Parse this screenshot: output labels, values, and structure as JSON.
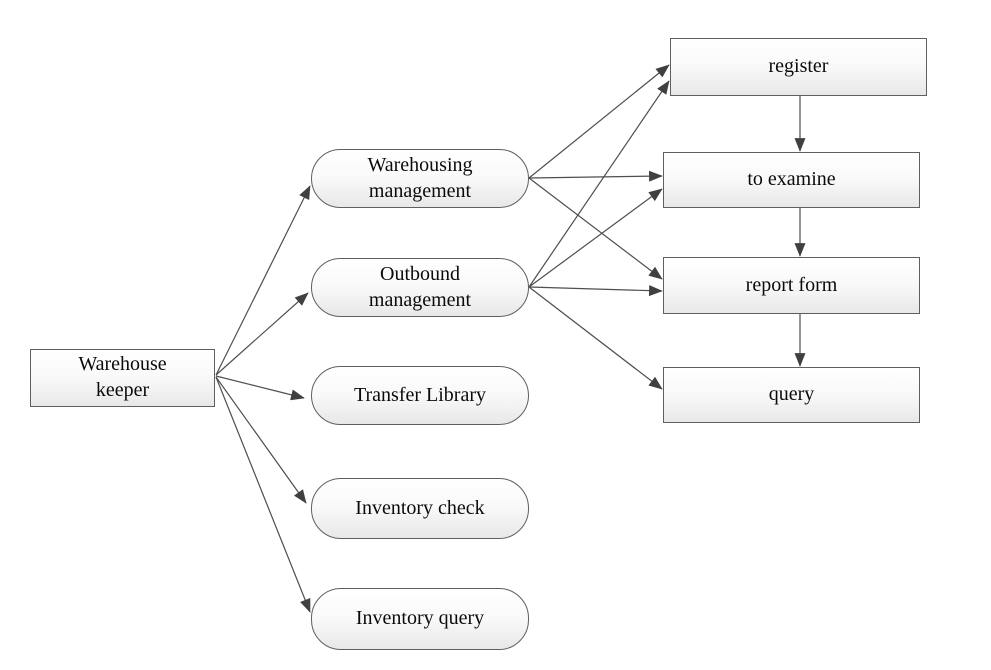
{
  "diagram": {
    "nodes": {
      "warehouse_keeper": {
        "label": "Warehouse\nkeeper",
        "shape": "rectangle"
      },
      "warehousing_management": {
        "label": "Warehousing\nmanagement",
        "shape": "stadium"
      },
      "outbound_management": {
        "label": "Outbound\nmanagement",
        "shape": "stadium"
      },
      "transfer_library": {
        "label": "Transfer Library",
        "shape": "stadium"
      },
      "inventory_check": {
        "label": "Inventory check",
        "shape": "stadium"
      },
      "inventory_query": {
        "label": "Inventory query",
        "shape": "stadium"
      },
      "register": {
        "label": "register",
        "shape": "rectangle"
      },
      "to_examine": {
        "label": "to examine",
        "shape": "rectangle"
      },
      "report_form": {
        "label": "report form",
        "shape": "rectangle"
      },
      "query": {
        "label": "query",
        "shape": "rectangle"
      }
    },
    "edges": [
      {
        "from": "warehouse_keeper",
        "to": "warehousing_management"
      },
      {
        "from": "warehouse_keeper",
        "to": "outbound_management"
      },
      {
        "from": "warehouse_keeper",
        "to": "transfer_library"
      },
      {
        "from": "warehouse_keeper",
        "to": "inventory_check"
      },
      {
        "from": "warehouse_keeper",
        "to": "inventory_query"
      },
      {
        "from": "warehousing_management",
        "to": "register"
      },
      {
        "from": "warehousing_management",
        "to": "to_examine"
      },
      {
        "from": "warehousing_management",
        "to": "report_form"
      },
      {
        "from": "outbound_management",
        "to": "register"
      },
      {
        "from": "outbound_management",
        "to": "to_examine"
      },
      {
        "from": "outbound_management",
        "to": "report_form"
      },
      {
        "from": "outbound_management",
        "to": "query"
      },
      {
        "from": "register",
        "to": "to_examine"
      },
      {
        "from": "to_examine",
        "to": "report_form"
      },
      {
        "from": "report_form",
        "to": "query"
      }
    ],
    "colors": {
      "background": "#ffffff",
      "node_border": "#5f5f5f",
      "node_fill_top": "#ffffff",
      "node_fill_bottom": "#e8e8e8",
      "edge_line": "#4e4e4e",
      "arrowhead": "#404040",
      "text": "#0b0b0b"
    }
  }
}
